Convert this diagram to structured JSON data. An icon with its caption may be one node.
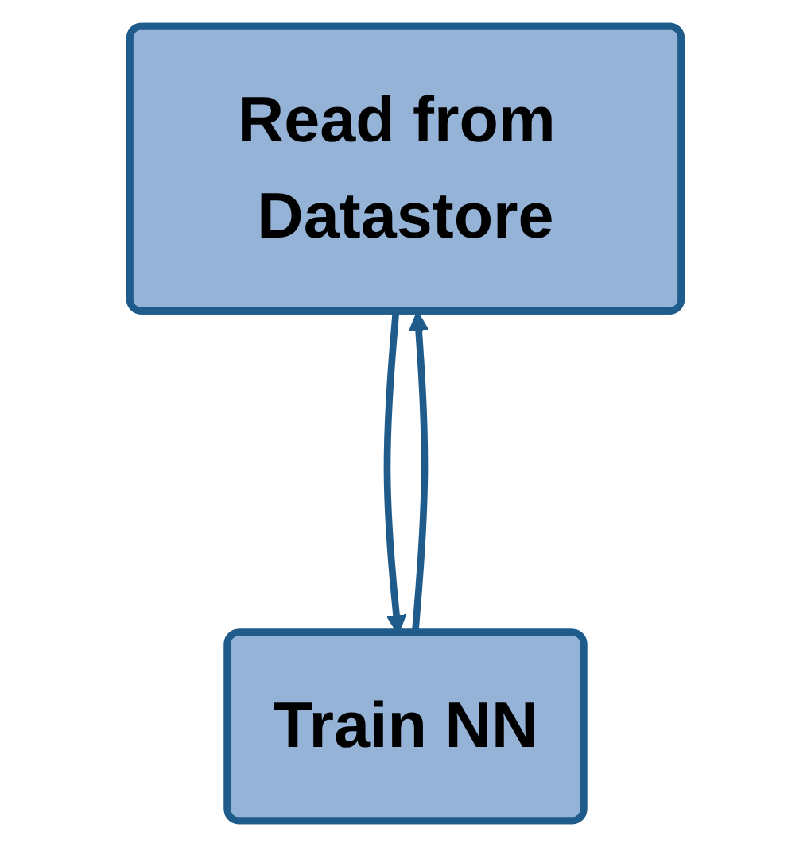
{
  "diagram": {
    "nodes": [
      {
        "text": [
          "Read from Datastore"
        ]
      },
      {
        "text": [
          "Train NN"
        ]
      }
    ],
    "edges": [
      {
        "from": 0,
        "to": 1,
        "arrow": "to"
      },
      {
        "from": 1,
        "to": 0,
        "arrow": "to"
      }
    ]
  }
}
